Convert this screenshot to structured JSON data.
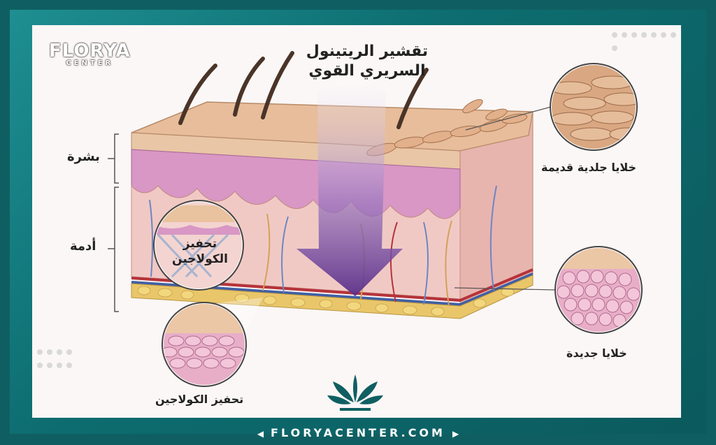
{
  "brand": {
    "logo_main": "FLORYA",
    "logo_sub": "CENTER",
    "footer_url": "FLORYACENTER.COM",
    "accent_color": "#0f5f62",
    "arrow_color": "#6a3f96"
  },
  "title_lines": [
    "تقشير الريتينول",
    "السريري القوي"
  ],
  "labels": {
    "epidermis": "بشرة",
    "dermis": "أدمة",
    "old_cells": "خلايا جلدية قديمة",
    "new_cells": "خلايا جديدة",
    "collagen_inner": [
      "تحفيز",
      "الكولاجين"
    ],
    "collagen_bottom": "تحفيز الكولاجين"
  }
}
